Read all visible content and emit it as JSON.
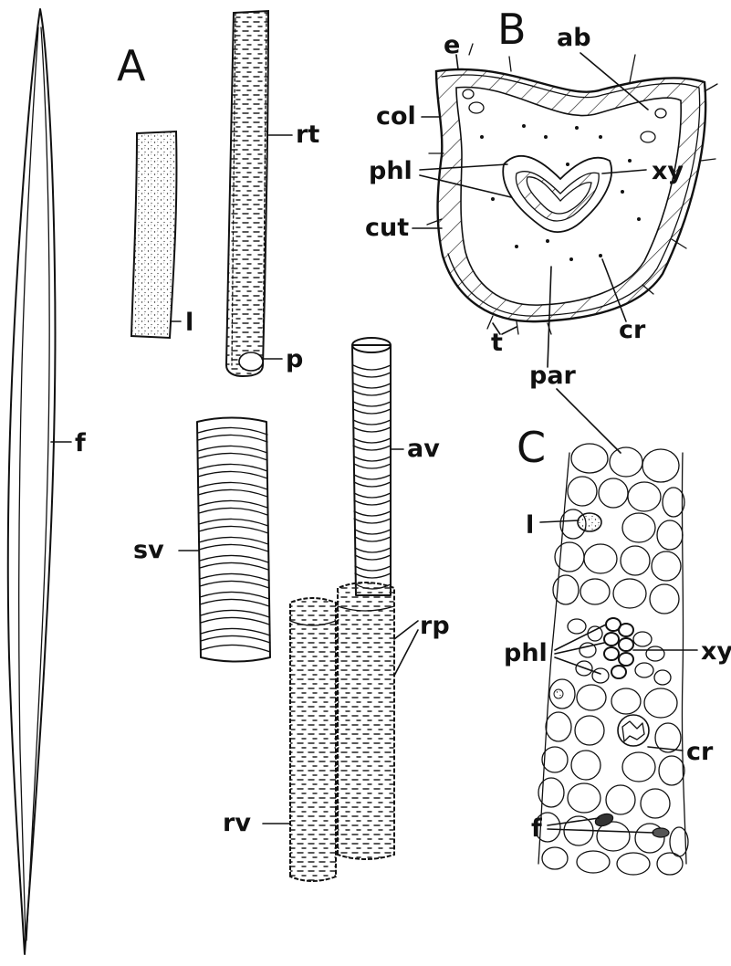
{
  "panels": {
    "a": "A",
    "b": "B",
    "c": "C"
  },
  "labels_a": {
    "fiber": "f",
    "latex": "l",
    "reticulate_tracheid": "rt",
    "pit": "p",
    "annular_vessel": "av",
    "spiral_vessel": "sv",
    "reticulate_pitted": "rp",
    "reticulate_vessel": "rv"
  },
  "labels_b": {
    "epidermis": "e",
    "abnormal_bundle": "ab",
    "collenchyma": "col",
    "phloem": "phl",
    "xylem": "xy",
    "cuticle": "cut",
    "trichome": "t",
    "crystal": "cr",
    "parenchyma": "par"
  },
  "labels_c": {
    "latex": "l",
    "phloem": "phl",
    "xylem": "xy",
    "crystal": "cr",
    "fiber": "f"
  }
}
